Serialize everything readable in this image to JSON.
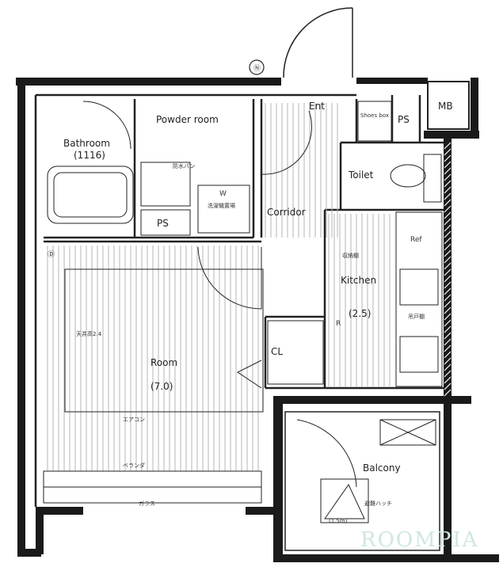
{
  "rooms": {
    "powder_room": "Powder room",
    "bathroom": "Bathroom",
    "bathroom_size": "(1116)",
    "toilet": "Toilet",
    "corridor": "Corridor",
    "kitchen": "Kitchen",
    "kitchen_size": "(2.5)",
    "room": "Room",
    "room_size": "(7.0)",
    "balcony": "Balcony",
    "entrance": "Ent",
    "shoes_box": "Shoes box",
    "closet": "CL",
    "ps_left": "PS",
    "ps_right": "PS",
    "mb": "MB",
    "w": "W",
    "ref": "Ref",
    "r_mark": "R",
    "north_mark": "Ⓝ",
    "ds_mark": "Ⓓ"
  },
  "notes": {
    "outlet_note": "防水パン",
    "washer_note": "洗濯機置場",
    "ceiling_note": "天井高2.4",
    "storage_note": "収納棚",
    "cabinet_note": "吊戸棚",
    "balcony_note": "避難ハッチ",
    "ac_note": "エアコン",
    "window_note": "ベランダ",
    "window_label": "ガラス",
    "balcony_size": "(1.5m)"
  },
  "watermark": "ROOMPIA"
}
